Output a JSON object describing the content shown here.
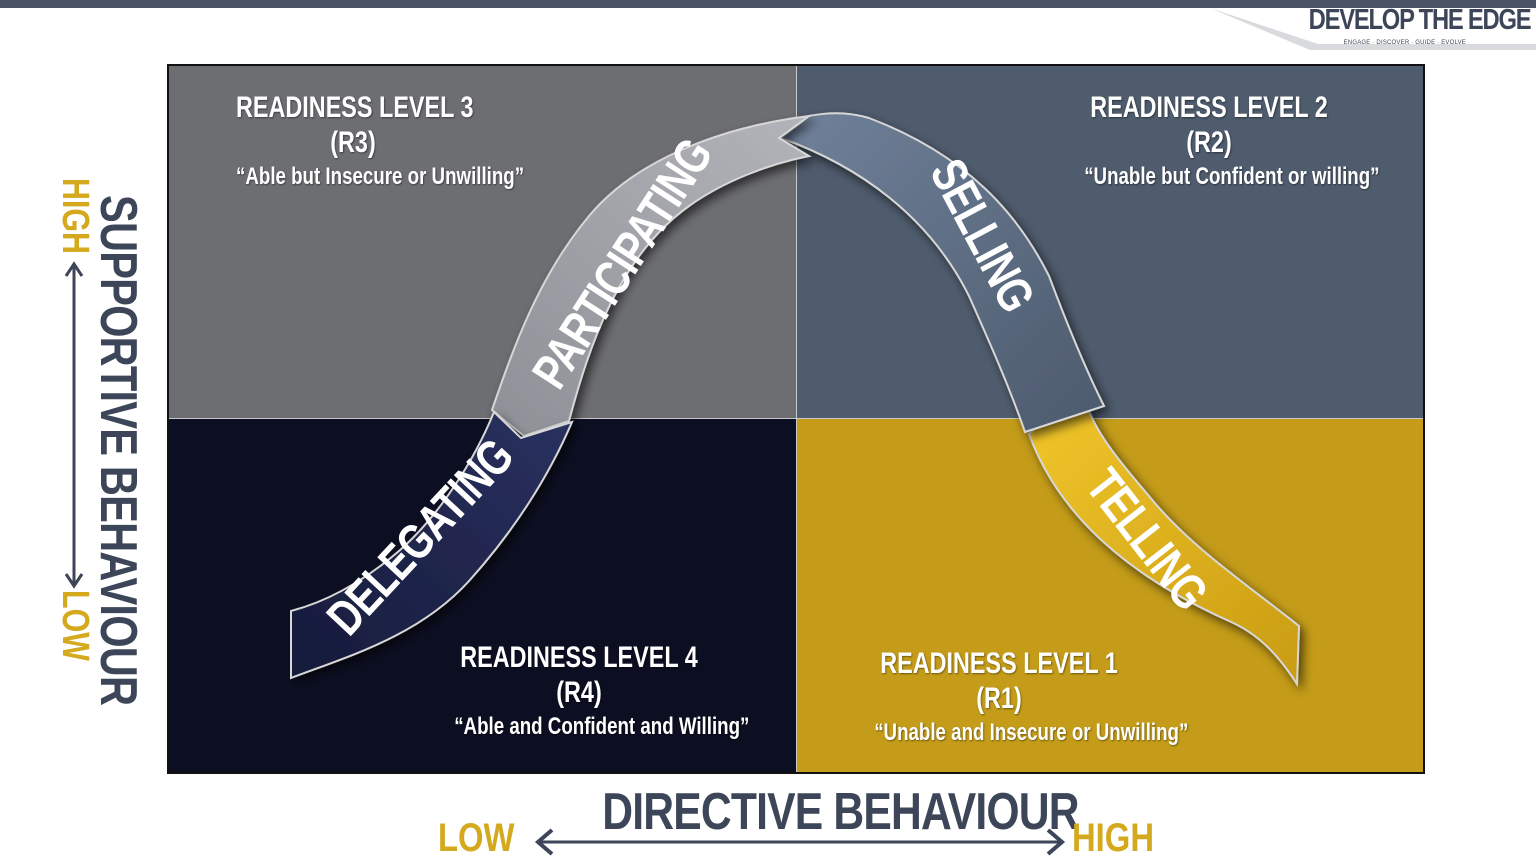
{
  "brand": {
    "title": "DEVELOP THE EDGE",
    "tagline": "ENGAGE · DISCOVER · GUIDE · EVOLVE"
  },
  "quadrants": {
    "r3": {
      "level": "READINESS LEVEL 3",
      "code": "(R3)",
      "description": "“Able but Insecure  or Unwilling”",
      "color": "#6d6e72"
    },
    "r2": {
      "level": "READINESS LEVEL 2",
      "code": "(R2)",
      "description": "“Unable but Confident or willing”",
      "color": "#4f5c6d"
    },
    "r4": {
      "level": "READINESS LEVEL 4",
      "code": "(R4)",
      "description": "“Able and Confident and Willing”",
      "color": "#0c0f22"
    },
    "r1": {
      "level": "READINESS LEVEL 1",
      "code": "(R1)",
      "description": "“Unable and Insecure or Unwilling”",
      "color": "#c49c19"
    }
  },
  "styles": {
    "telling": "TELLING",
    "selling": "SELLING",
    "participating": "PARTICIPATING",
    "delegating": "DELEGATING"
  },
  "axes": {
    "y_label": "SUPPORTIVE BEHAVIOUR",
    "y_high": "HIGH",
    "y_low": "LOW",
    "x_label": "DIRECTIVE BEHAVIOUR",
    "x_low": "LOW",
    "x_high": "HIGH"
  },
  "colors": {
    "accent_gold": "#d4a91e",
    "axis_text": "#3c4658",
    "telling_band": "#e2b21d",
    "selling_band": "#5f6f82",
    "participating_band": "#9a9ca3",
    "delegating_band": "#1b2147"
  }
}
